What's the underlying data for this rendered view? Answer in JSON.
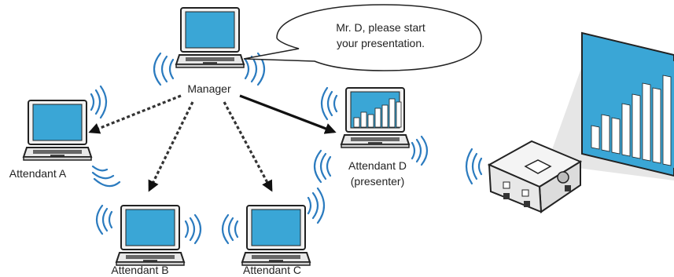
{
  "speech_bubble": {
    "line1": "Mr. D, please start",
    "line2": "your presentation."
  },
  "nodes": {
    "manager": "Manager",
    "attendant_a": "Attendant A",
    "attendant_b": "Attendant B",
    "attendant_c": "Attendant C",
    "attendant_d": "Attendant D",
    "attendant_d_role": "(presenter)"
  },
  "colors": {
    "screen": "#3aa6d6",
    "wireless": "#2b7bbf",
    "laptop_body": "#f2f2f2",
    "outline": "#222222"
  }
}
